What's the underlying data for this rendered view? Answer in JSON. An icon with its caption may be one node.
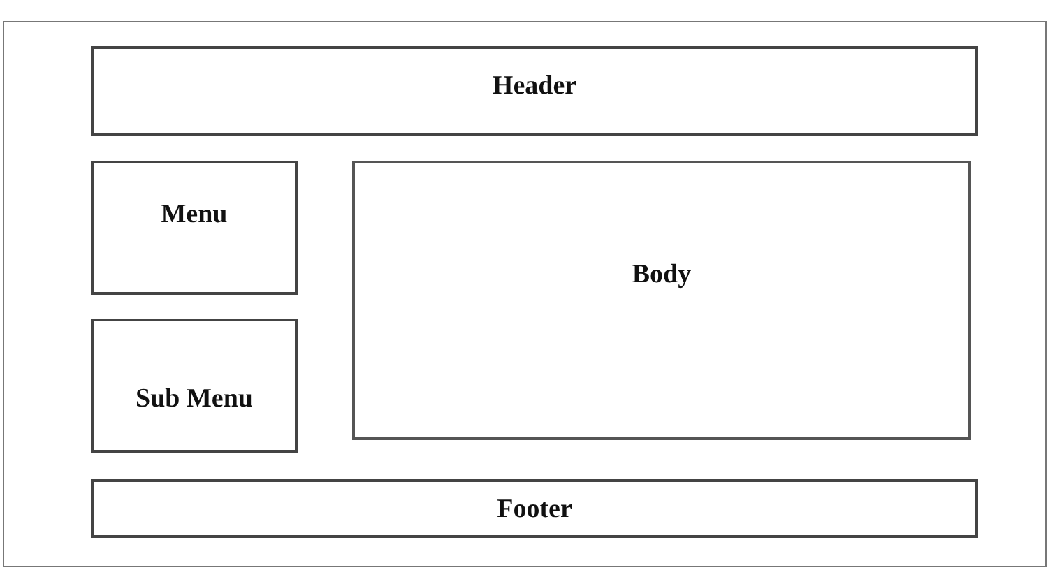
{
  "diagram": {
    "nodes": [
      {
        "text": [],
        "shape": "box"
      },
      {
        "text": [
          "Header"
        ],
        "in": 0
      },
      {
        "text": [
          "Menu"
        ],
        "in": 0
      },
      {
        "text": [
          "Sub Menu"
        ],
        "in": 0
      },
      {
        "text": [
          "Body"
        ],
        "in": 0
      },
      {
        "text": [
          "Footer"
        ],
        "in": 0
      }
    ]
  }
}
